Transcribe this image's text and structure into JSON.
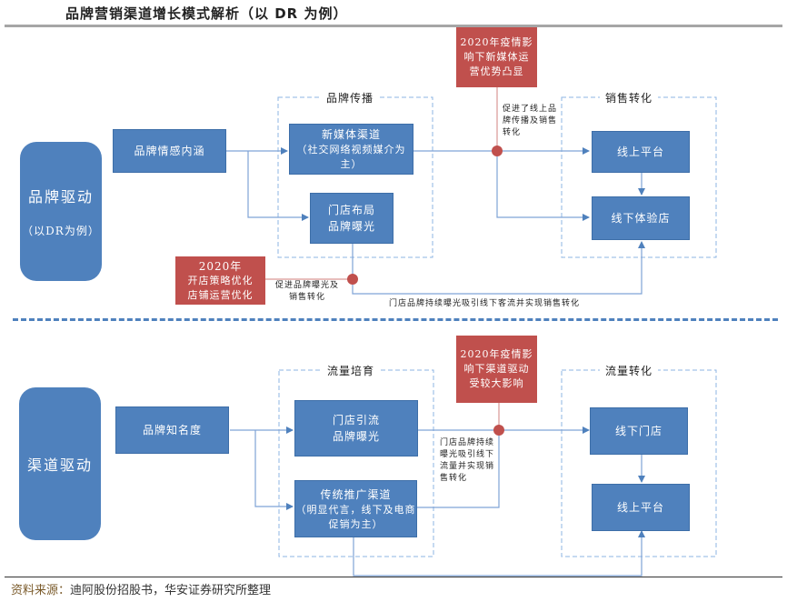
{
  "title": "品牌营销渠道增长模式解析（以 DR 为例）",
  "source": {
    "label": "资料来源：",
    "text": "迪阿股份招股书，华安证券研究所整理"
  },
  "colors": {
    "box": "#4f81bd",
    "accent_red": "#c0504d",
    "group_border": "#8eb4e3",
    "connector": "#7fa3d6"
  },
  "top": {
    "driver": {
      "label": "品牌驱动",
      "sub": "（以DR为例）"
    },
    "source_node": "品牌情感内涵",
    "group_left": {
      "label": "品牌传播",
      "nodes": [
        {
          "title": "新媒体渠道",
          "sub": "（社交网络视频媒介为主）"
        },
        {
          "title": "门店布局",
          "sub": "品牌曝光"
        }
      ]
    },
    "group_right": {
      "label": "销售转化",
      "nodes": [
        "线上平台",
        "线下体验店"
      ]
    },
    "event_top": "2020年疫情影响下新媒体运营优势凸显",
    "event_top_note": "促进了线上品牌传播及销售转化",
    "event_bottom": {
      "year": "2020年",
      "line1": "开店策略优化",
      "line2": "店铺运营优化"
    },
    "event_bottom_note": "促进品牌曝光及销售转化",
    "bottom_flow_note": "门店品牌持续曝光吸引线下客流并实现销售转化"
  },
  "bottom": {
    "driver": {
      "label": "渠道驱动"
    },
    "source_node": "品牌知名度",
    "group_left": {
      "label": "流量培育",
      "nodes": [
        {
          "title": "门店引流",
          "sub": "品牌曝光"
        },
        {
          "title": "传统推广渠道",
          "sub": "（明显代言，线下及电商促销为主）"
        }
      ]
    },
    "group_right": {
      "label": "流量转化",
      "nodes": [
        "线下门店",
        "线上平台"
      ]
    },
    "event_top": "2020年疫情影响下渠道驱动受较大影响",
    "event_note": "门店品牌持续曝光吸引线下流量并实现销售转化"
  }
}
